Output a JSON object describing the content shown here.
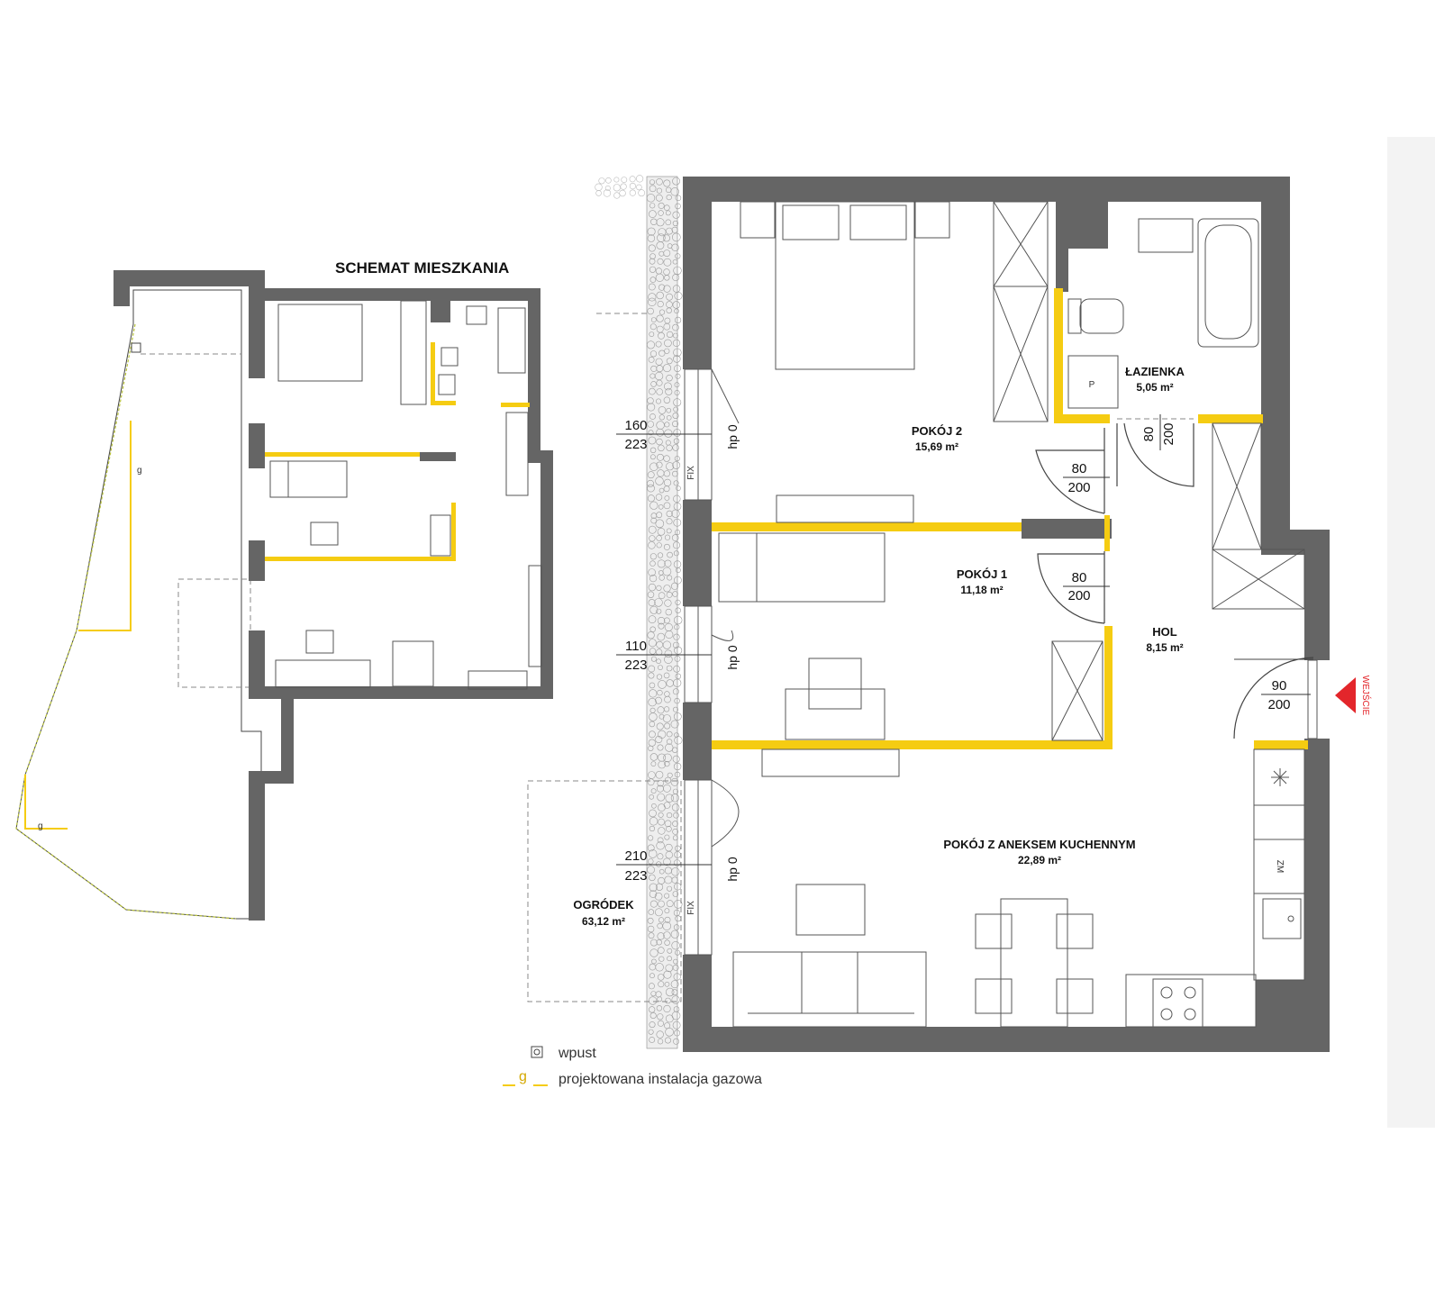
{
  "schema": {
    "title": "SCHEMAT MIESZKANIA",
    "gas_mark": "g"
  },
  "rooms": {
    "pokoj2": {
      "name": "POKÓJ 2",
      "area": "15,69 m²"
    },
    "lazienka": {
      "name": "ŁAZIENKA",
      "area": "5,05 m²"
    },
    "pokoj1": {
      "name": "POKÓJ 1",
      "area": "11,18 m²"
    },
    "hol": {
      "name": "HOL",
      "area": "8,15 m²"
    },
    "aneks": {
      "name": "POKÓJ Z ANEKSEM KUCHENNYM",
      "area": "22,89 m²"
    },
    "ogrodek": {
      "name": "OGRÓDEK",
      "area": "63,12 m²"
    }
  },
  "windows": [
    {
      "width": "160",
      "height": "223",
      "sill": "hp 0",
      "fix": "FIX"
    },
    {
      "width": "110",
      "height": "223",
      "sill": "hp 0"
    },
    {
      "width": "210",
      "height": "223",
      "sill": "hp 0",
      "fix": "FIX"
    }
  ],
  "doors": {
    "pokoj2": {
      "width": "80",
      "height": "200"
    },
    "pokoj1": {
      "width": "80",
      "height": "200"
    },
    "lazienka": {
      "width": "80",
      "height": "200"
    },
    "entrance": {
      "width": "90",
      "height": "200",
      "label": "WEJŚCIE"
    }
  },
  "fixtures": {
    "wc_p": "P",
    "kitchen_zm": "ZM"
  },
  "legend": {
    "drain": "wpust",
    "gas_symbol": "g",
    "gas": "projektowana instalacja gazowa"
  },
  "colors": {
    "wall": "#656565",
    "partition": "#f5cc12",
    "entry_arrow": "#e3262b",
    "side_panel": "#f2f2f2"
  }
}
